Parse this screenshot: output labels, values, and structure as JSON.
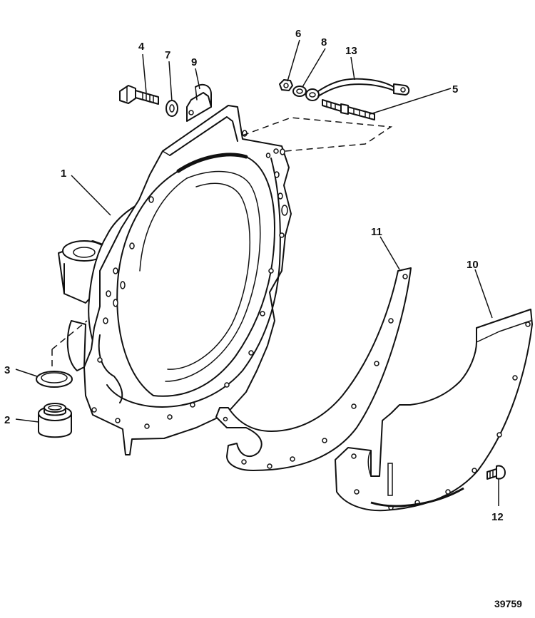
{
  "diagram": {
    "callouts": [
      "1",
      "2",
      "3",
      "4",
      "5",
      "6",
      "7",
      "8",
      "9",
      "10",
      "11",
      "12",
      "13"
    ],
    "figure_number": "39759"
  }
}
